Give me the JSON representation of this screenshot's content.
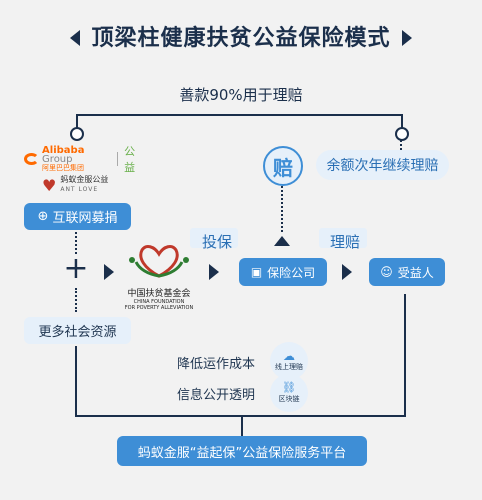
{
  "title": "顶梁柱健康扶贫公益保险模式",
  "donation_label": "善款90%用于理赔",
  "alibaba": {
    "brand": "Alibaba",
    "group": "Group",
    "sub": "阿里巴巴集团",
    "gongyi": "公益"
  },
  "antlove": {
    "cn": "蚂蚁金服公益",
    "en": "ANT LOVE"
  },
  "internet_button": "互联网募捐",
  "plus": "+",
  "more_resources": "更多社会资源",
  "foundation": {
    "cn": "中国扶贫基金会",
    "en1": "CHINA FOUNDATION",
    "en2": "FOR POVERTY ALLEVIATION"
  },
  "insure_label": "投保",
  "claims_label": "理赔",
  "insurer": "保险公司",
  "beneficiary": "受益人",
  "compensation_icon_char": "赔",
  "remaining_pill": "余额次年继续理赔",
  "reduce_cost": "降低运作成本",
  "online_claims": "线上理赔",
  "transparency": "信息公开透明",
  "blockchain": "区块链",
  "platform": "蚂蚁金服“益起保”公益保险服务平台",
  "colors": {
    "navy": "#1b2f4b",
    "blue": "#3e8ed6",
    "pale": "#e6f0fa",
    "accent_blue": "#2a6fb4",
    "ali_orange": "#ff6a00",
    "green": "#6ab04c",
    "red": "#c0392b"
  }
}
